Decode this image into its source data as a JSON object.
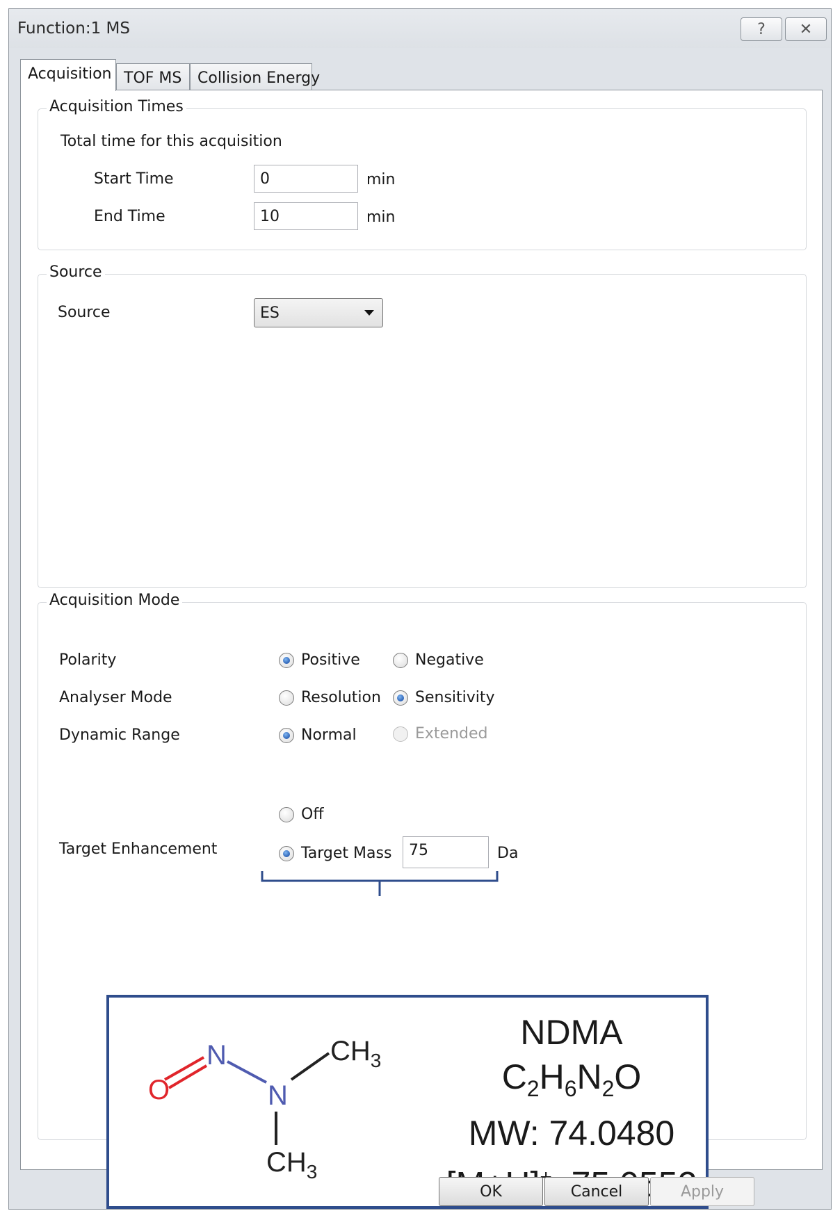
{
  "window": {
    "title": "Function:1 MS",
    "help_button_label": "?",
    "close_button_label": "✕"
  },
  "tabs": [
    {
      "label": "Acquisition",
      "active": true
    },
    {
      "label": "TOF MS",
      "active": false
    },
    {
      "label": "Collision Energy",
      "active": false
    }
  ],
  "acquisition_times": {
    "legend": "Acquisition Times",
    "description": "Total time for this acquisition",
    "start_label": "Start Time",
    "start_value": "0",
    "start_unit": "min",
    "end_label": "End Time",
    "end_value": "10",
    "end_unit": "min"
  },
  "source": {
    "legend": "Source",
    "label": "Source",
    "selected": "ES"
  },
  "acquisition_mode": {
    "legend": "Acquisition Mode",
    "polarity_label": "Polarity",
    "polarity_options": [
      {
        "label": "Positive",
        "selected": true
      },
      {
        "label": "Negative",
        "selected": false
      }
    ],
    "analyser_label": "Analyser Mode",
    "analyser_options": [
      {
        "label": "Resolution",
        "selected": false
      },
      {
        "label": "Sensitivity",
        "selected": true
      }
    ],
    "dynamic_label": "Dynamic Range",
    "dynamic_options": [
      {
        "label": "Normal",
        "selected": true
      },
      {
        "label": "Extended",
        "selected": false,
        "disabled": true
      }
    ],
    "target_label": "Target Enhancement",
    "off_label": "Off",
    "target_mass_label": "Target Mass",
    "target_mass_value": "75",
    "target_mass_unit": "Da"
  },
  "molecule": {
    "name": "NDMA",
    "formula": {
      "c": "C",
      "c_n": "2",
      "h": "H",
      "h_n": "6",
      "n": "N",
      "n_n": "2",
      "o": "O"
    },
    "mw": "MW: 74.0480",
    "mh_prefix": "[M+H]",
    "mh_sup": "+",
    "mh_value": ": 75.0552",
    "atoms": {
      "o": "O",
      "n1": "N",
      "n2": "N",
      "ch": "CH",
      "sub3": "3"
    },
    "colors": {
      "oxygen": "#e0252b",
      "nitrogen": "#4f5bb0",
      "carbon": "#222222",
      "frame": "#2f4d8c"
    }
  },
  "buttons": {
    "ok": "OK",
    "cancel": "Cancel",
    "apply": "Apply"
  }
}
